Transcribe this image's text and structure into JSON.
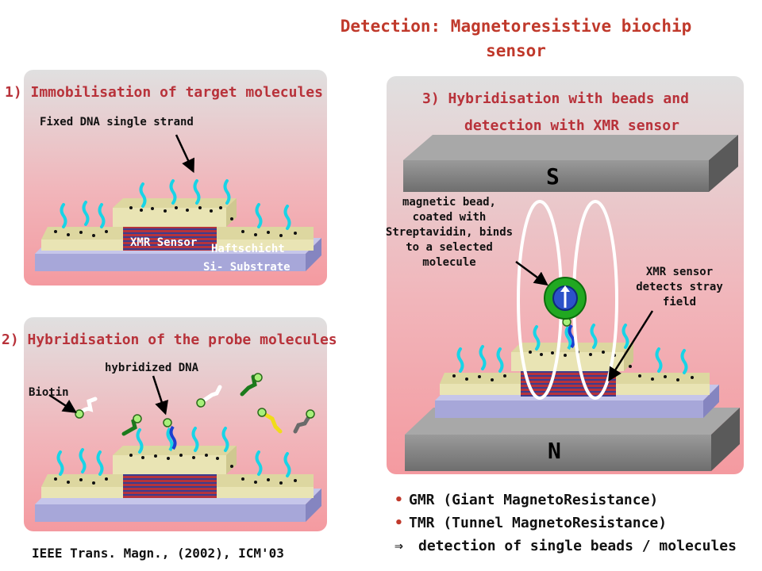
{
  "title": {
    "line1": "Detection: Magnetoresistive biochip",
    "line2": "sensor"
  },
  "panel1": {
    "heading": "1) Immobilisation of target molecules",
    "label_fixed": "Fixed DNA single strand",
    "label_xmr": "XMR Sensor",
    "label_haft": "Haftschicht",
    "label_substrate": "Si- Substrate"
  },
  "panel2": {
    "heading": "2) Hybridisation of the probe molecules",
    "label_hybridized": "hybridized DNA",
    "label_biotin": "Biotin"
  },
  "panel3": {
    "heading_line1": "3) Hybridisation with beads and",
    "heading_line2": "detection with XMR sensor",
    "pole_s": "S",
    "pole_n": "N",
    "bead_label": [
      "magnetic bead,",
      "coated with",
      "Streptavidin, binds",
      "to a selected",
      "molecule"
    ],
    "sensor_label": [
      "XMR sensor",
      "detects stray",
      "field"
    ]
  },
  "citation": "IEEE Trans. Magn., (2002), ICM'03",
  "bullets": {
    "item1": "GMR (Giant MagnetoResistance)",
    "item2": "TMR (Tunnel MagnetoResistance)",
    "conclusion": "detection of single beads / molecules",
    "arrow_symbol": "⇒",
    "bullet_symbol": "•"
  },
  "colors": {
    "title": "#c0392b",
    "heading": "#b8323a",
    "chip_top": "#e9e4b4",
    "substrate": "#a7a7d9",
    "xmr_red": "#b5333c",
    "xmr_blue": "#3b3d8f",
    "dna_cyan": "#18d4e6",
    "magnet_gray": "#7d7d7d",
    "bead_green": "#21a821",
    "bead_blue": "#2c52c9"
  }
}
